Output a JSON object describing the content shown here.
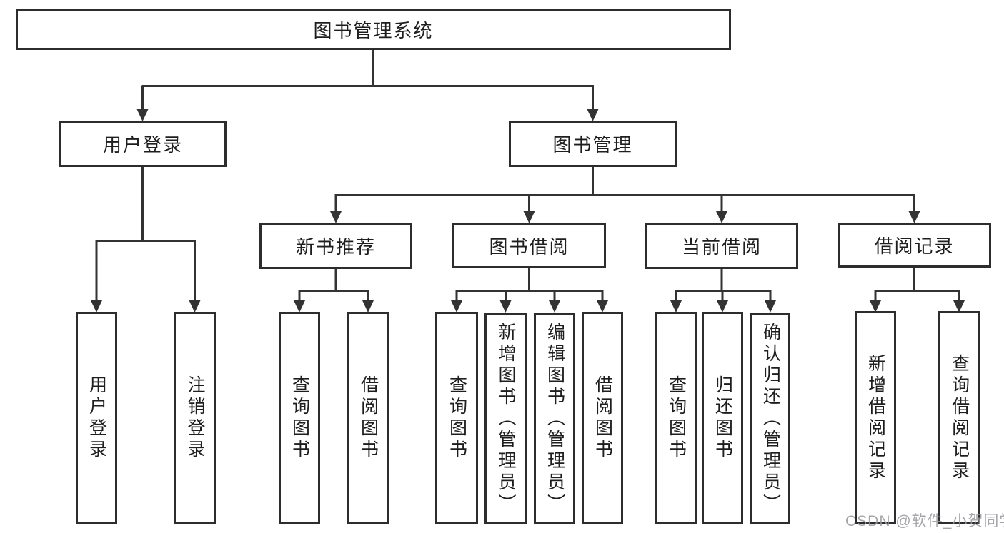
{
  "diagram": {
    "root": {
      "label": "图书管理系统"
    },
    "branches": [
      {
        "label": "用户登录",
        "children": [
          {
            "label": "用户登录"
          },
          {
            "label": "注销登录"
          }
        ]
      },
      {
        "label": "图书管理",
        "children": [
          {
            "label": "新书推荐",
            "children": [
              {
                "label": "查询图书"
              },
              {
                "label": "借阅图书"
              }
            ]
          },
          {
            "label": "图书借阅",
            "children": [
              {
                "label": "查询图书"
              },
              {
                "label": "新增图书（管理员）"
              },
              {
                "label": "编辑图书（管理员）"
              },
              {
                "label": "借阅图书"
              }
            ]
          },
          {
            "label": "当前借阅",
            "children": [
              {
                "label": "查询图书"
              },
              {
                "label": "归还图书"
              },
              {
                "label": "确认归还（管理员）"
              }
            ]
          },
          {
            "label": "借阅记录",
            "children": [
              {
                "label": "新增借阅记录"
              },
              {
                "label": "查询借阅记录"
              }
            ]
          }
        ]
      }
    ]
  },
  "watermark": {
    "text": "CSDN @软件_小贺同学"
  },
  "colors": {
    "line": "#333333",
    "box_border": "#2d2d2d",
    "text": "#1e1e1e",
    "watermark": "#98989e",
    "background": "#ffffff"
  }
}
